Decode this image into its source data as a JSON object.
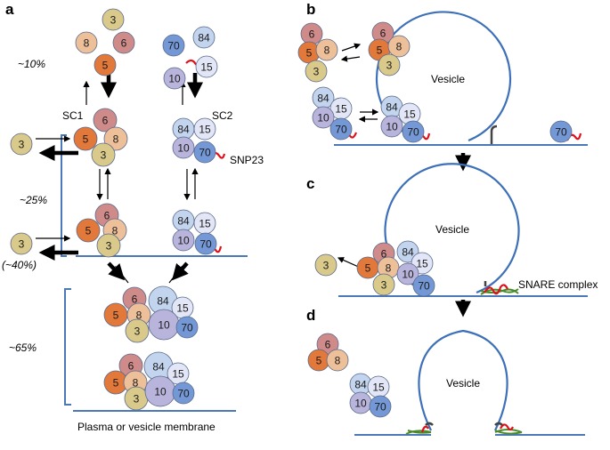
{
  "panels": {
    "a": "a",
    "b": "b",
    "c": "c",
    "d": "d"
  },
  "labels": {
    "pct10": "~10%",
    "pct25": "~25%",
    "pct40": "(~40%)",
    "pct65": "~65%",
    "sc1": "SC1",
    "sc2": "SC2",
    "snp23": "SNP23",
    "vesicle": "Vesicle",
    "snare": "SNARE complex",
    "membrane": "Plasma or vesicle membrane"
  },
  "subunits": {
    "s3": "3",
    "s5": "5",
    "s6": "6",
    "s8": "8",
    "s10": "10",
    "s15": "15",
    "s70": "70",
    "s84": "84"
  },
  "colors": {
    "s3": "#d9c98a",
    "s5": "#e2783a",
    "s6": "#cf8a8a",
    "s8": "#eec09a",
    "s10": "#b9b4dc",
    "s15": "#e2e6f6",
    "s70": "#7498d6",
    "s84": "#c3d4ee",
    "membrane": "#4a78b8",
    "snare_red": "#e0101a",
    "snare_green": "#4a8a2a"
  }
}
